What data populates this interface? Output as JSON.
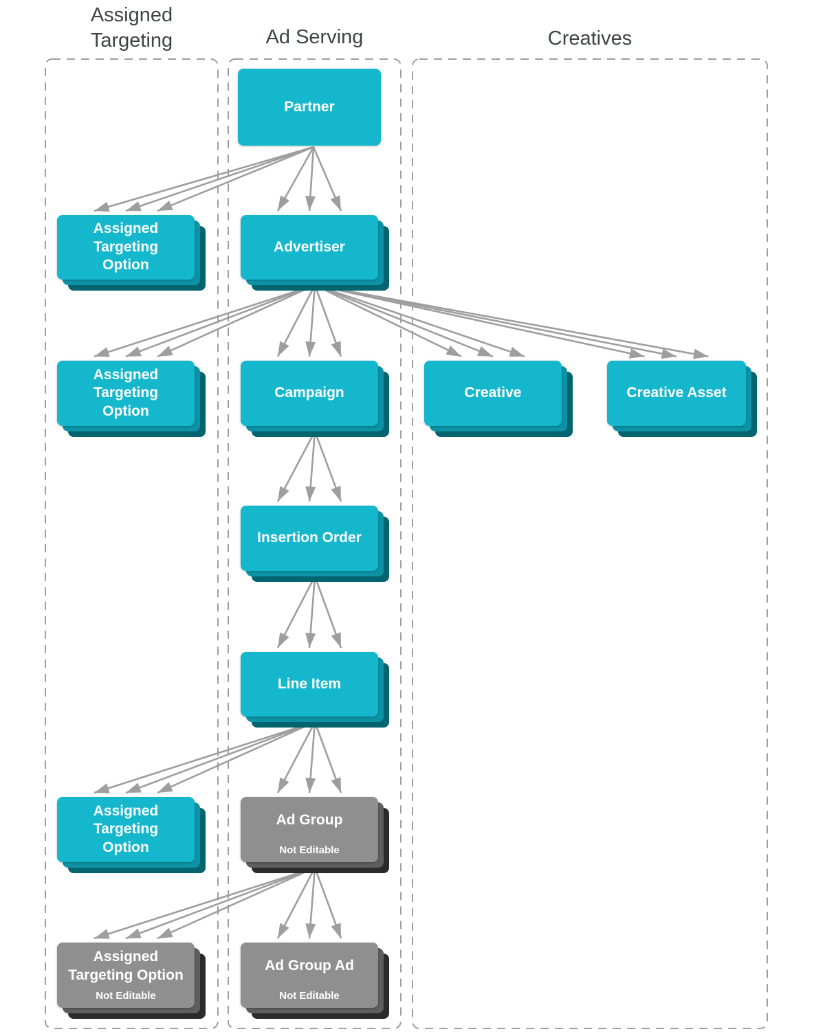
{
  "diagram": {
    "columns": [
      {
        "id": "targeting",
        "label": "Assigned\nTargeting"
      },
      {
        "id": "serving",
        "label": "Ad Serving"
      },
      {
        "id": "creatives",
        "label": "Creatives"
      }
    ],
    "nodes": [
      {
        "id": "partner",
        "label": "Partner",
        "column": "serving",
        "stacked": false,
        "editable": true
      },
      {
        "id": "ato-partner",
        "label": "Assigned\nTargeting\nOption",
        "column": "targeting",
        "stacked": true,
        "editable": true
      },
      {
        "id": "advertiser",
        "label": "Advertiser",
        "column": "serving",
        "stacked": true,
        "editable": true
      },
      {
        "id": "ato-advertiser",
        "label": "Assigned\nTargeting\nOption",
        "column": "targeting",
        "stacked": true,
        "editable": true
      },
      {
        "id": "campaign",
        "label": "Campaign",
        "column": "serving",
        "stacked": true,
        "editable": true
      },
      {
        "id": "creative",
        "label": "Creative",
        "column": "creatives",
        "stacked": true,
        "editable": true
      },
      {
        "id": "creative-asset",
        "label": "Creative Asset",
        "column": "creatives",
        "stacked": true,
        "editable": true
      },
      {
        "id": "insertion-order",
        "label": "Insertion Order",
        "column": "serving",
        "stacked": true,
        "editable": true
      },
      {
        "id": "line-item",
        "label": "Line Item",
        "column": "serving",
        "stacked": true,
        "editable": true
      },
      {
        "id": "ato-line-item",
        "label": "Assigned\nTargeting\nOption",
        "column": "targeting",
        "stacked": true,
        "editable": true
      },
      {
        "id": "ad-group",
        "label": "Ad Group",
        "sublabel": "Not Editable",
        "column": "serving",
        "stacked": true,
        "editable": false
      },
      {
        "id": "ato-ad-group",
        "label": "Assigned\nTargeting Option",
        "sublabel": "Not Editable",
        "column": "targeting",
        "stacked": true,
        "editable": false
      },
      {
        "id": "ad-group-ad",
        "label": "Ad Group Ad",
        "sublabel": "Not Editable",
        "column": "serving",
        "stacked": true,
        "editable": false
      }
    ],
    "edges": [
      {
        "from": "partner",
        "to": "ato-partner"
      },
      {
        "from": "partner",
        "to": "advertiser"
      },
      {
        "from": "advertiser",
        "to": "ato-advertiser"
      },
      {
        "from": "advertiser",
        "to": "campaign"
      },
      {
        "from": "advertiser",
        "to": "creative"
      },
      {
        "from": "advertiser",
        "to": "creative-asset"
      },
      {
        "from": "campaign",
        "to": "insertion-order"
      },
      {
        "from": "insertion-order",
        "to": "line-item"
      },
      {
        "from": "line-item",
        "to": "ato-line-item"
      },
      {
        "from": "line-item",
        "to": "ad-group"
      },
      {
        "from": "ad-group",
        "to": "ato-ad-group"
      },
      {
        "from": "ad-group",
        "to": "ad-group-ad"
      }
    ],
    "colors": {
      "editable_top": "#15b7cd",
      "editable_mid": "#0d93a6",
      "editable_dark": "#02646f",
      "locked_top": "#8f8f8f",
      "locked_mid": "#5e5e5e",
      "locked_dark": "#2b2b2b",
      "arrow": "#9e9e9e",
      "column_border": "#9e9e9e",
      "heading": "#3e4347"
    }
  }
}
